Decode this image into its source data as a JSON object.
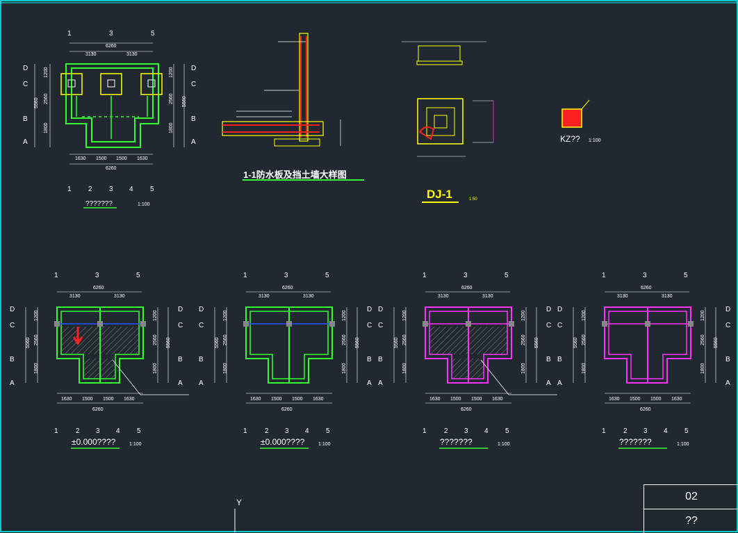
{
  "sheet": {
    "number": "02",
    "name": "??",
    "ucs_label": "Y",
    "frame_color": "#00ffff",
    "background": "#212830"
  },
  "grid_labels": {
    "top": [
      "1",
      "3",
      "5"
    ],
    "bottom": [
      "1",
      "2",
      "3",
      "4",
      "5"
    ],
    "rows": [
      "D",
      "C",
      "B",
      "A"
    ]
  },
  "dims": {
    "top_half": [
      "3130",
      "3130"
    ],
    "top_total": "6260",
    "bottom_parts": [
      "1630",
      "1500",
      "1500",
      "1630"
    ],
    "bottom_total": "6260",
    "left_parts": [
      "1200",
      "2560",
      "1800"
    ],
    "left_total": "5560"
  },
  "drawings": {
    "foundation_plan": {
      "title": "???????",
      "scale": "1:100"
    },
    "section_1_1": {
      "title": "1-1防水板及挡土墙大样图"
    },
    "dj1": {
      "title": "DJ-1",
      "scale": "1:50"
    },
    "kz": {
      "title": "KZ??",
      "scale": "1:100"
    },
    "plan_a": {
      "title": "±0.000????",
      "scale": "1:100"
    },
    "plan_b": {
      "title": "±0.000????",
      "scale": "1:100"
    },
    "plan_c": {
      "title": "???????",
      "scale": "1:100"
    },
    "plan_d": {
      "title": "???????",
      "scale": "1:100"
    }
  },
  "colors": {
    "grid": "#00ff00",
    "wall_green": "#33ff33",
    "wall_magenta": "#ff33ff",
    "column_yellow": "#ffff00",
    "rebar_red": "#ff2020",
    "dim_white": "#ffffff",
    "axis_dark": "#3a7f3a"
  }
}
